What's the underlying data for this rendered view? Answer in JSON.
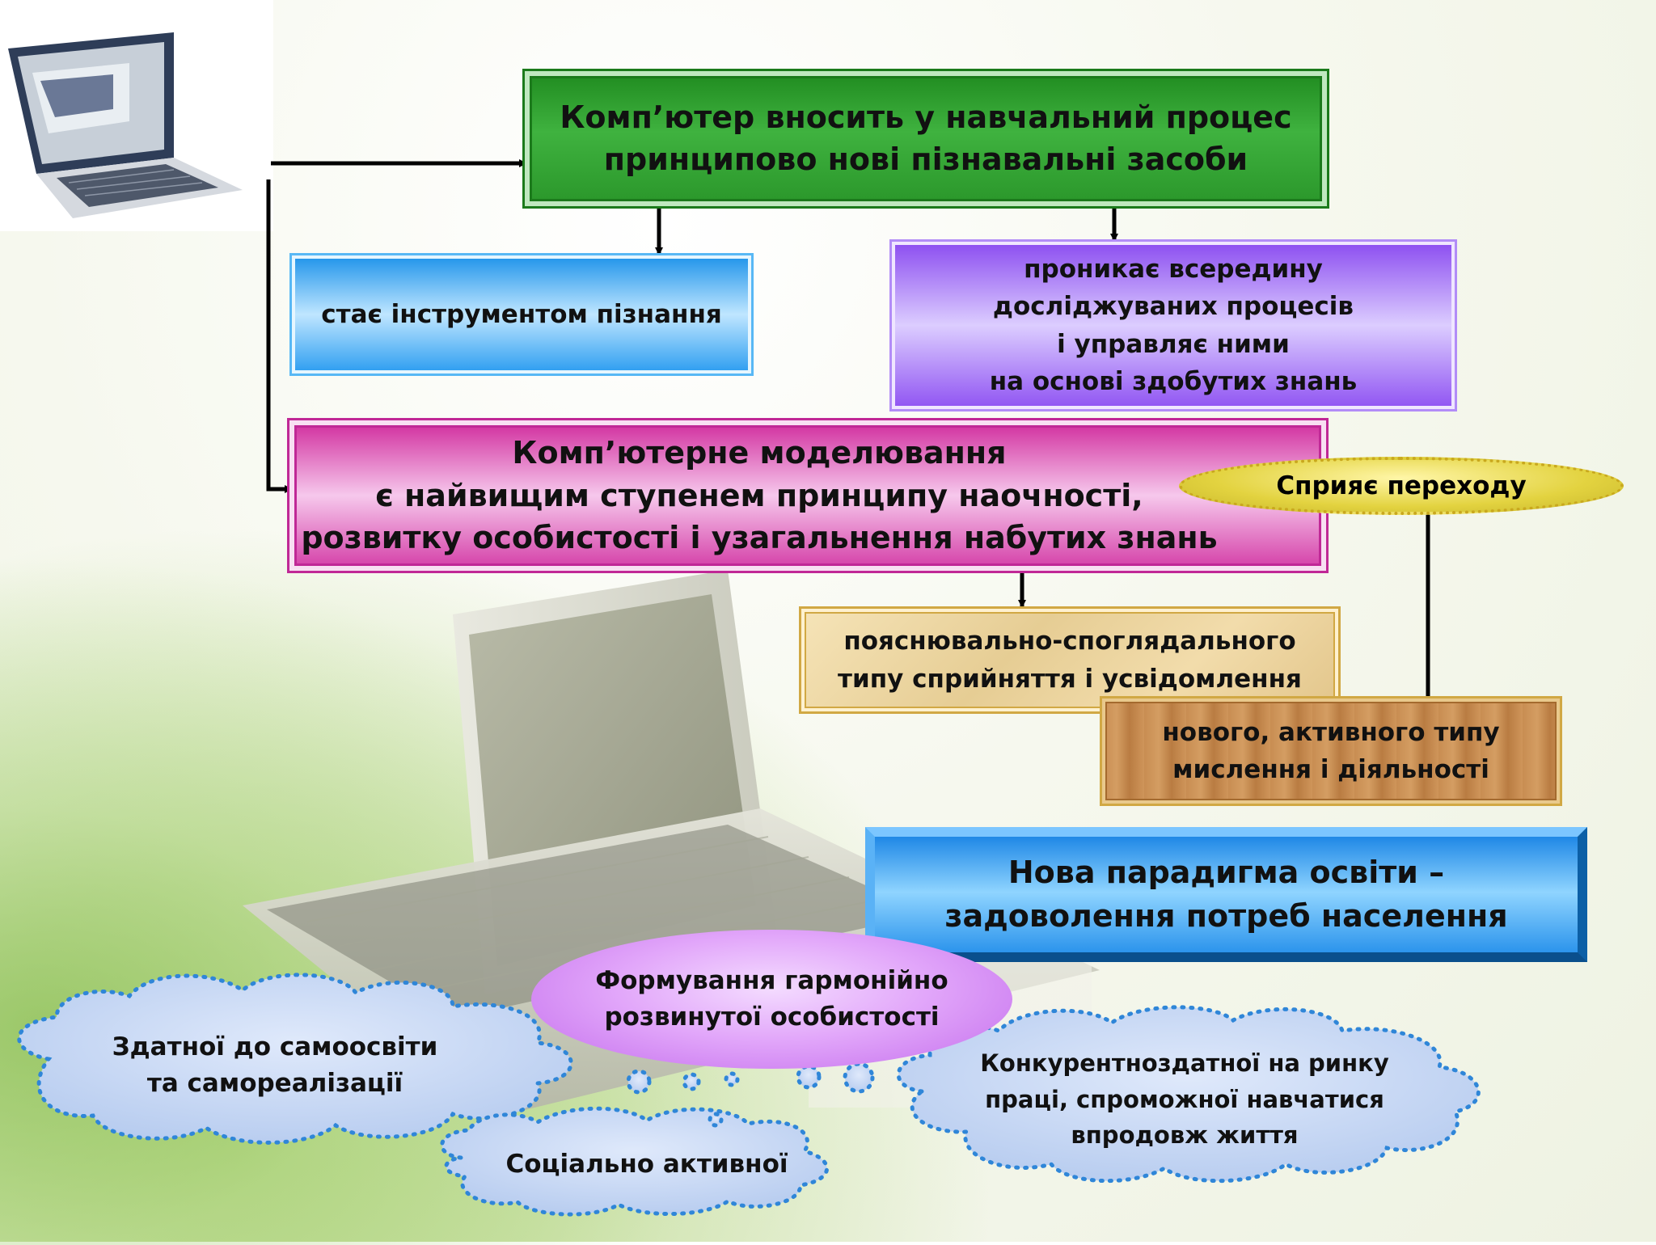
{
  "main_box": {
    "lines": [
      "Комп’ютер вносить у  навчальний процес",
      "принципово нові пізнавальні засоби"
    ]
  },
  "tool_box": {
    "text": "стає інструментом пізнання"
  },
  "penetrate_box": {
    "lines": [
      "проникає всередину",
      "досліджуваних процесів",
      "і управляє ними",
      "на основі здобутих знань"
    ]
  },
  "modeling_box": {
    "lines": [
      "Комп’ютерне моделювання",
      "є найвищим ступенем принципу наочності,",
      "розвитку особистості і узагальнення набутих знань"
    ]
  },
  "transition_oval": {
    "text": "Сприяє переходу"
  },
  "explain_box": {
    "lines": [
      "пояснювально-споглядального",
      "типу сприйняття і усвідомлення"
    ]
  },
  "new_type_box": {
    "lines": [
      "нового, активного типу",
      "мислення і діяльності"
    ]
  },
  "paradigm_box": {
    "lines": [
      "Нова парадигма освіти –",
      "задоволення потреб населення"
    ]
  },
  "formation_oval": {
    "lines": [
      "Формування гармонійно",
      "розвинутої особистості"
    ]
  },
  "cloud_self": {
    "lines": [
      "Здатної до самоосвіти",
      "та самореалізації"
    ]
  },
  "cloud_social": {
    "text": "Соціально активної"
  },
  "cloud_competitive": {
    "lines": [
      "Конкурентноздатної на ринку",
      "праці, спроможної навчатися",
      "впродовж життя"
    ]
  },
  "colors": {
    "green": "#2e9a2e",
    "blue": "#3aa8f0",
    "violet": "#9a62f2",
    "magenta": "#d63aa8",
    "tan": "#e9d09a",
    "wood": "#c58a4e",
    "deep_blue": "#1e86e8",
    "purple_oval": "#cc78f0",
    "yellow_oval": "#e6d648",
    "cloud": "#bcd3f0"
  }
}
